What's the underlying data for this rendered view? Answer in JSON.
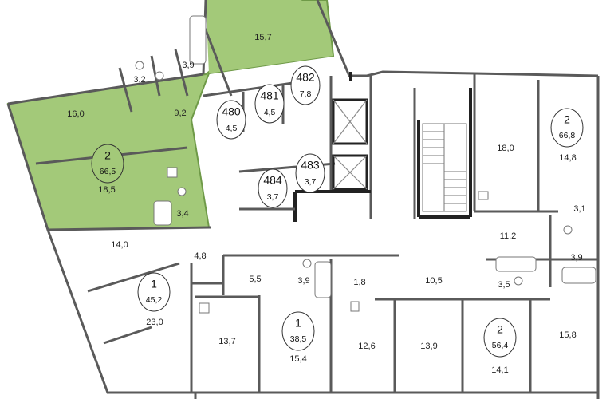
{
  "colors": {
    "highlight_fill": "#a3c979",
    "highlight_edge": "#6f9a48",
    "wall": "#5a5a5a",
    "background": "#ffffff"
  },
  "apartments": [
    {
      "id": "apt-green",
      "number": "2",
      "total": "66,5"
    },
    {
      "id": "apt-left",
      "number": "1",
      "total": "45,2"
    },
    {
      "id": "apt-bottom-center",
      "number": "1",
      "total": "38,5"
    },
    {
      "id": "apt-bottom-right",
      "number": "2",
      "total": "56,4"
    },
    {
      "id": "apt-right-top",
      "number": "2",
      "total": "66,8"
    }
  ],
  "storage_units": [
    {
      "number": "480",
      "area": "4,5"
    },
    {
      "number": "481",
      "area": "4,5"
    },
    {
      "number": "482",
      "area": "7,8"
    },
    {
      "number": "483",
      "area": "3,7"
    },
    {
      "number": "484",
      "area": "3,7"
    }
  ],
  "room_areas": [
    "15,7",
    "3,9",
    "3,2",
    "16,0",
    "9,2",
    "18,5",
    "3,4",
    "14,0",
    "4,8",
    "23,0",
    "13,7",
    "5,5",
    "3,9",
    "15,4",
    "1,8",
    "12,6",
    "10,5",
    "13,9",
    "3,5",
    "14,1",
    "15,8",
    "18,0",
    "14,8",
    "3,1",
    "11,2",
    "3,9"
  ]
}
